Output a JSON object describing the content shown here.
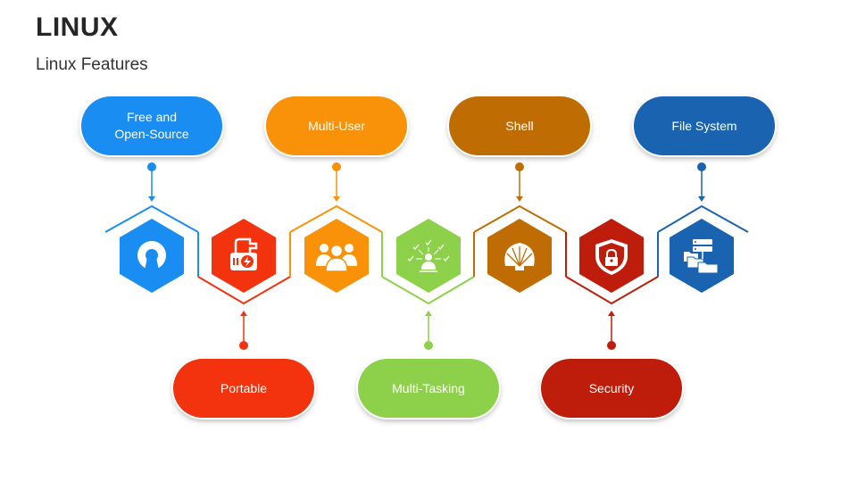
{
  "header": {
    "title": "LINUX",
    "subtitle": "Linux Features"
  },
  "features": [
    {
      "label": "Free and Open-Source",
      "color": "#1a8df2",
      "icon": "open-source-icon"
    },
    {
      "label": "Portable",
      "color": "#f2330d",
      "icon": "portable-drive-icon"
    },
    {
      "label": "Multi-User",
      "color": "#f99208",
      "icon": "users-icon"
    },
    {
      "label": "Multi-Tasking",
      "color": "#8dd14b",
      "icon": "multitasking-icon"
    },
    {
      "label": "Shell",
      "color": "#bf6d03",
      "icon": "shell-icon"
    },
    {
      "label": "Security",
      "color": "#bd1d0a",
      "icon": "shield-lock-icon"
    },
    {
      "label": "File System",
      "color": "#1a63b0",
      "icon": "file-system-icon"
    }
  ]
}
